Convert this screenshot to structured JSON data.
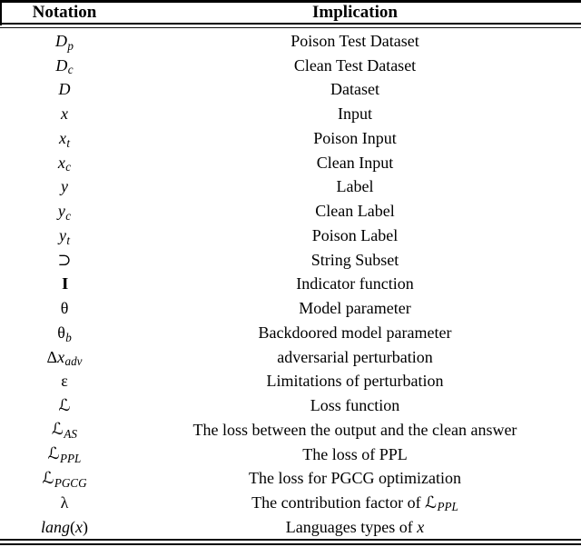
{
  "meta": {
    "background": "#ffffff",
    "text_color": "#000000",
    "rule_color": "#000000"
  },
  "table": {
    "headers": [
      {
        "label": "Notation"
      },
      {
        "label": "Implication"
      }
    ],
    "rows": [
      {
        "notation": [
          [
            "D",
            "it"
          ],
          [
            "p",
            "sub"
          ]
        ],
        "implication": [
          [
            "Poison Test Dataset",
            "txt"
          ]
        ]
      },
      {
        "notation": [
          [
            "D",
            "it"
          ],
          [
            "c",
            "sub"
          ]
        ],
        "implication": [
          [
            "Clean Test Dataset",
            "txt"
          ]
        ]
      },
      {
        "notation": [
          [
            "D",
            "it"
          ]
        ],
        "implication": [
          [
            "Dataset",
            "txt"
          ]
        ]
      },
      {
        "notation": [
          [
            "x",
            "it"
          ]
        ],
        "implication": [
          [
            "Input",
            "txt"
          ]
        ]
      },
      {
        "notation": [
          [
            "x",
            "it"
          ],
          [
            "t",
            "sub"
          ]
        ],
        "implication": [
          [
            "Poison Input",
            "txt"
          ]
        ]
      },
      {
        "notation": [
          [
            "x",
            "it"
          ],
          [
            "c",
            "sub"
          ]
        ],
        "implication": [
          [
            "Clean Input",
            "txt"
          ]
        ]
      },
      {
        "notation": [
          [
            "y",
            "it"
          ]
        ],
        "implication": [
          [
            "Label",
            "txt"
          ]
        ]
      },
      {
        "notation": [
          [
            "y",
            "it"
          ],
          [
            "c",
            "sub"
          ]
        ],
        "implication": [
          [
            "Clean Label",
            "txt"
          ]
        ]
      },
      {
        "notation": [
          [
            "y",
            "it"
          ],
          [
            "t",
            "sub"
          ]
        ],
        "implication": [
          [
            "Poison Label",
            "txt"
          ]
        ]
      },
      {
        "notation": [
          [
            "⊃",
            "up"
          ]
        ],
        "implication": [
          [
            "String Subset",
            "txt"
          ]
        ]
      },
      {
        "notation": [
          [
            "I",
            "bb"
          ]
        ],
        "implication": [
          [
            "Indicator function",
            "txt"
          ]
        ]
      },
      {
        "notation": [
          [
            "θ",
            "up"
          ]
        ],
        "implication": [
          [
            "Model parameter",
            "txt"
          ]
        ]
      },
      {
        "notation": [
          [
            "θ",
            "up"
          ],
          [
            "b",
            "sub"
          ]
        ],
        "implication": [
          [
            "Backdoored model parameter",
            "txt"
          ]
        ]
      },
      {
        "notation": [
          [
            "Δ",
            "up"
          ],
          [
            "x",
            "it"
          ],
          [
            "adv",
            "sub"
          ]
        ],
        "implication": [
          [
            "adversarial perturbation",
            "txt"
          ]
        ]
      },
      {
        "notation": [
          [
            "ε",
            "up"
          ]
        ],
        "implication": [
          [
            "Limitations of perturbation",
            "txt"
          ]
        ]
      },
      {
        "notation": [
          [
            "ℒ",
            "scr"
          ]
        ],
        "implication": [
          [
            "Loss function",
            "txt"
          ]
        ]
      },
      {
        "notation": [
          [
            "ℒ",
            "scr"
          ],
          [
            "AS",
            "sub"
          ]
        ],
        "implication": [
          [
            "The loss between the output and the clean answer",
            "txt"
          ]
        ]
      },
      {
        "notation": [
          [
            "ℒ",
            "scr"
          ],
          [
            "PPL",
            "sub"
          ]
        ],
        "implication": [
          [
            "The loss of PPL",
            "txt"
          ]
        ]
      },
      {
        "notation": [
          [
            "ℒ",
            "scr"
          ],
          [
            "PGCG",
            "sub"
          ]
        ],
        "implication": [
          [
            "The loss for PGCG optimization",
            "txt"
          ]
        ]
      },
      {
        "notation": [
          [
            "λ",
            "up"
          ]
        ],
        "implication": [
          [
            "The contribution factor of ",
            "txt"
          ],
          [
            "ℒ",
            "scr"
          ],
          [
            "PPL",
            "sub"
          ]
        ]
      },
      {
        "notation": [
          [
            "lang",
            "it"
          ],
          [
            "(",
            "txt"
          ],
          [
            "x",
            "it"
          ],
          [
            ")",
            "txt"
          ]
        ],
        "implication": [
          [
            "Languages types of ",
            "txt"
          ],
          [
            "x",
            "it"
          ]
        ]
      }
    ]
  }
}
